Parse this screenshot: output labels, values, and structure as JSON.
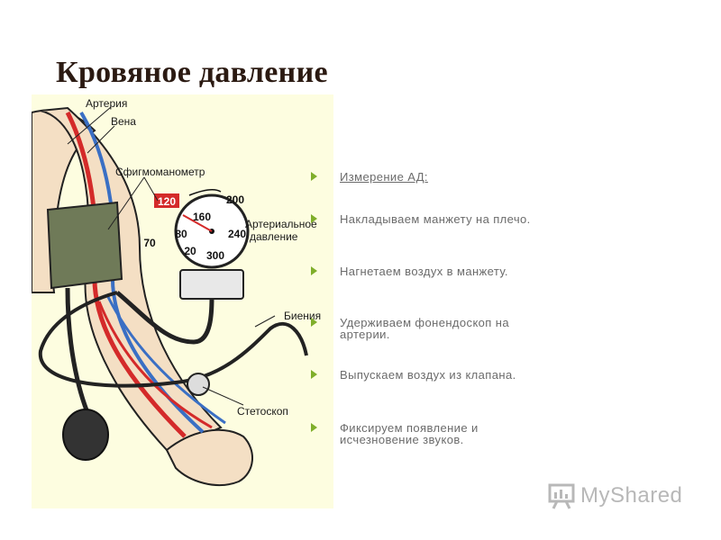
{
  "slide": {
    "title": "Кровяное давление"
  },
  "figure": {
    "labels": {
      "artery": "Артерия",
      "vein": "Вена",
      "sphygmomanometer": "Сфигмоманометр",
      "pressure_line1": "Артериальное",
      "pressure_line2": "давление",
      "beats": "Биения",
      "stethoscope": "Стетоскоп"
    },
    "dial": {
      "highlight": "120",
      "numbers": [
        "70",
        "80",
        "160",
        "200",
        "240",
        "20",
        "300"
      ]
    },
    "icons": {
      "bullet": "triangle-right-icon",
      "logo": "presentation-board-icon"
    },
    "colors": {
      "bullet_arrow": "#7fae2a",
      "artery": "#d42a2a",
      "vein": "#3a6fc4",
      "figure_bg": "#fdfde0"
    }
  },
  "bullets": [
    "Измерение АД:",
    "Накладываем манжету на плечо.",
    "Нагнетаем воздух в манжету.",
    "Удерживаем фонендоскоп на артерии.",
    "Выпускаем воздух из клапана.",
    "Фиксируем появление и исчезновение звуков."
  ],
  "watermark": {
    "text": "MyShared"
  }
}
